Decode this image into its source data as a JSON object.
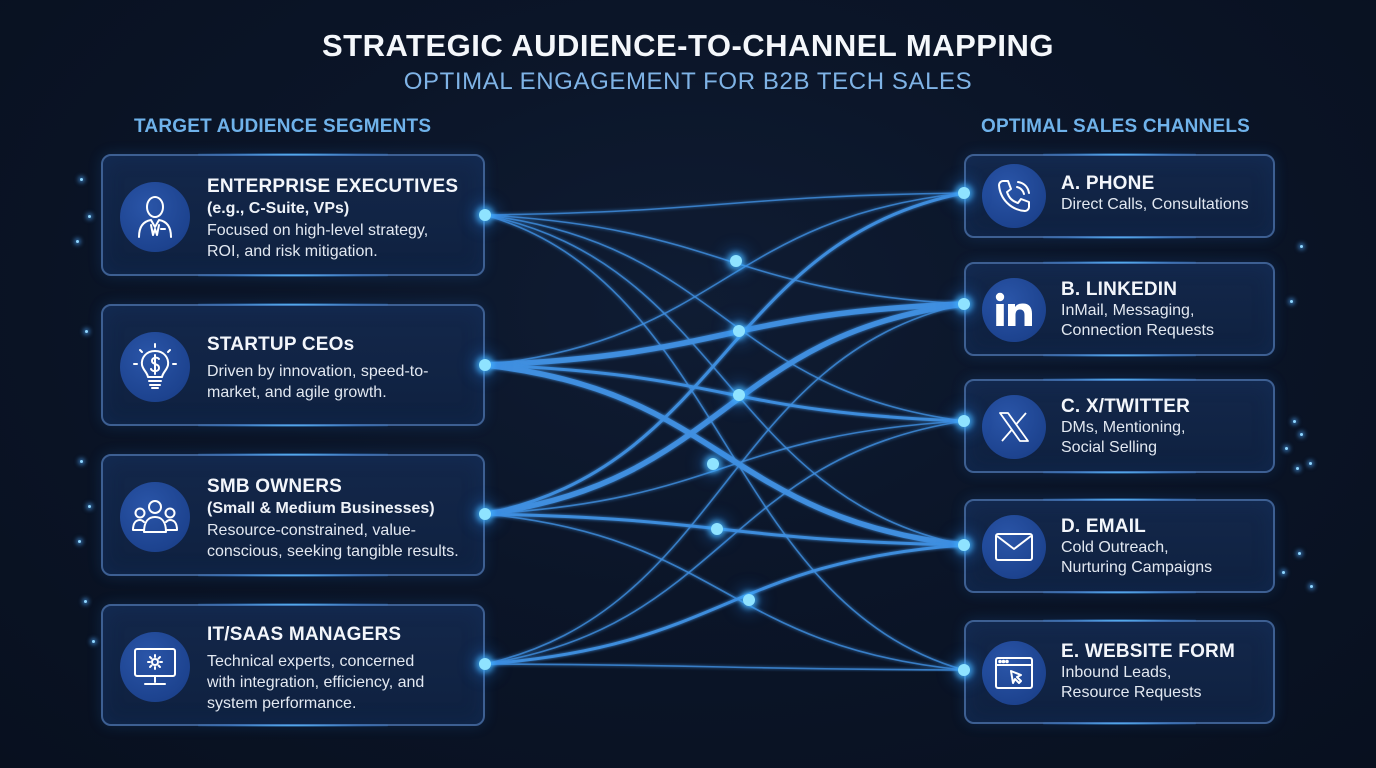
{
  "header": {
    "title": "STRATEGIC AUDIENCE-TO-CHANNEL MAPPING",
    "subtitle": "OPTIMAL ENGAGEMENT FOR B2B TECH SALES"
  },
  "columns": {
    "left_heading": "TARGET AUDIENCE SEGMENTS",
    "right_heading": "OPTIMAL SALES CHANNELS"
  },
  "audiences": [
    {
      "id": "enterprise",
      "icon": "executive-person-icon",
      "title": "ENTERPRISE EXECUTIVES",
      "subtitle": "(e.g., C-Suite, VPs)",
      "description_lines": [
        "Focused on high-level strategy,",
        "ROI, and risk mitigation."
      ]
    },
    {
      "id": "startup",
      "icon": "lightbulb-dollar-icon",
      "title": "STARTUP CEOs",
      "subtitle": "",
      "description_lines": [
        "Driven by innovation, speed-to-",
        "market, and agile growth."
      ]
    },
    {
      "id": "smb",
      "icon": "group-people-icon",
      "title": "SMB OWNERS",
      "subtitle": "(Small & Medium Businesses)",
      "description_lines": [
        "Resource-constrained, value-",
        "conscious, seeking tangible results."
      ]
    },
    {
      "id": "it",
      "icon": "monitor-gear-icon",
      "title": "IT/SAAS MANAGERS",
      "subtitle": "",
      "description_lines": [
        "Technical experts, concerned",
        "with integration, efficiency, and",
        "system performance."
      ]
    }
  ],
  "channels": [
    {
      "id": "phone",
      "icon": "phone-icon",
      "title": "A. PHONE",
      "description_lines": [
        "Direct Calls, Consultations"
      ]
    },
    {
      "id": "linkedin",
      "icon": "linkedin-icon",
      "title": "B. LINKEDIN",
      "description_lines": [
        "InMail, Messaging,",
        "Connection Requests"
      ]
    },
    {
      "id": "twitter",
      "icon": "x-twitter-icon",
      "title": "C. X/TWITTER",
      "description_lines": [
        "DMs, Mentioning,",
        "Social Selling"
      ]
    },
    {
      "id": "email",
      "icon": "envelope-icon",
      "title": "D. EMAIL",
      "description_lines": [
        "Cold Outreach,",
        "Nurturing Campaigns"
      ]
    },
    {
      "id": "webform",
      "icon": "browser-cursor-icon",
      "title": "E. WEBSITE FORM",
      "description_lines": [
        "Inbound Leads,",
        "Resource Requests"
      ]
    }
  ],
  "connections": [
    {
      "from": "enterprise",
      "to": "phone",
      "strength": "thin"
    },
    {
      "from": "enterprise",
      "to": "linkedin",
      "strength": "thin"
    },
    {
      "from": "enterprise",
      "to": "twitter",
      "strength": "thin"
    },
    {
      "from": "enterprise",
      "to": "email",
      "strength": "thin"
    },
    {
      "from": "enterprise",
      "to": "webform",
      "strength": "thin"
    },
    {
      "from": "startup",
      "to": "phone",
      "strength": "thin"
    },
    {
      "from": "startup",
      "to": "linkedin",
      "strength": "strong"
    },
    {
      "from": "startup",
      "to": "twitter",
      "strength": "medium"
    },
    {
      "from": "startup",
      "to": "email",
      "strength": "strong"
    },
    {
      "from": "smb",
      "to": "phone",
      "strength": "medium"
    },
    {
      "from": "smb",
      "to": "linkedin",
      "strength": "strong"
    },
    {
      "from": "smb",
      "to": "twitter",
      "strength": "thin"
    },
    {
      "from": "smb",
      "to": "email",
      "strength": "medium"
    },
    {
      "from": "smb",
      "to": "webform",
      "strength": "thin"
    },
    {
      "from": "it",
      "to": "linkedin",
      "strength": "thin"
    },
    {
      "from": "it",
      "to": "twitter",
      "strength": "thin"
    },
    {
      "from": "it",
      "to": "email",
      "strength": "medium"
    },
    {
      "from": "it",
      "to": "webform",
      "strength": "thin"
    }
  ],
  "colors": {
    "background": "#0b1528",
    "line": "#3f8fe0",
    "node": "#8fe3ff",
    "title": "#f4f7fb",
    "subtitle": "#7fb3e6",
    "heading": "#6fb2ea",
    "icon_circle": "#1d438f"
  }
}
